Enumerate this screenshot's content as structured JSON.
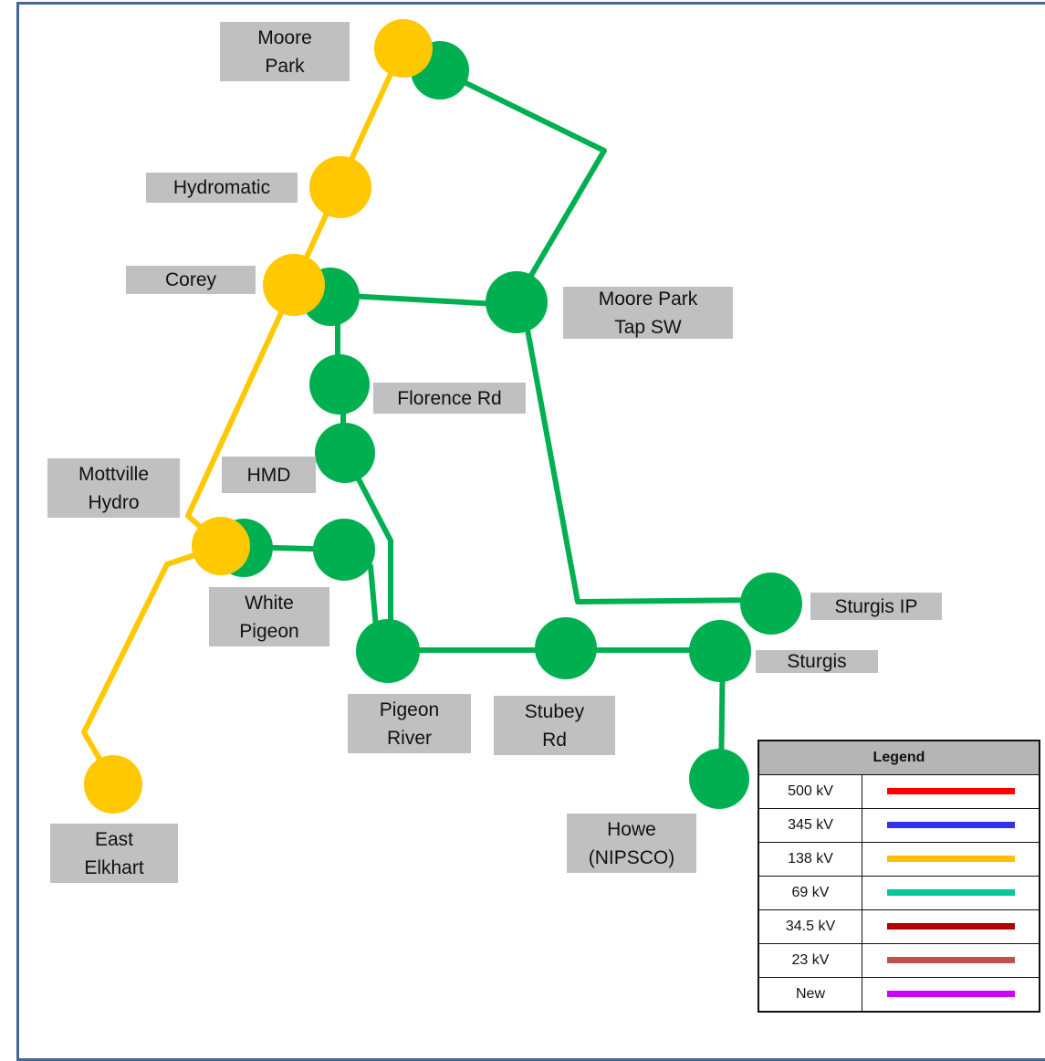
{
  "colors": {
    "kv138": "#ffc800",
    "kv69": "#00b050",
    "frame": "#41689a",
    "label_bg": "#c0c0c0"
  },
  "stations": {
    "moore_park": "Moore\nPark",
    "hydromatic": "Hydromatic",
    "corey": "Corey",
    "moore_park_tap_sw": "Moore Park\nTap SW",
    "florence_rd": "Florence Rd",
    "hmd": "HMD",
    "mottville_hydro": "Mottville\nHydro",
    "white_pigeon": "White\nPigeon",
    "sturgis_ip": "Sturgis IP",
    "sturgis": "Sturgis",
    "pigeon_river": "Pigeon\nRiver",
    "stubey_rd": "Stubey\nRd",
    "howe_nipsco": "Howe\n(NIPSCO)",
    "east_elkhart": "East\nElkhart"
  },
  "legend": {
    "title": "Legend",
    "rows": [
      {
        "label": "500 kV",
        "color": "#ff0000"
      },
      {
        "label": "345 kV",
        "color": "#3333ee"
      },
      {
        "label": "138 kV",
        "color": "#ffc000"
      },
      {
        "label": "69 kV",
        "color": "#00c896"
      },
      {
        "label": "34.5 kV",
        "color": "#b00000"
      },
      {
        "label": "23 kV",
        "color": "#c0504d"
      },
      {
        "label": "New",
        "color": "#cc00ff"
      }
    ]
  }
}
